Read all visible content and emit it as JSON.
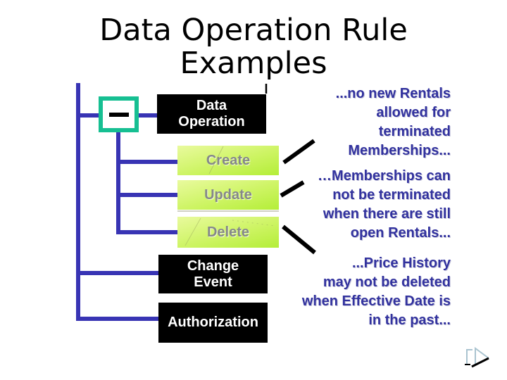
{
  "slide": {
    "title_lines": [
      "Data Operation Rule",
      "Examples"
    ]
  },
  "tree": {
    "expander_symbol": "minus",
    "nodes": [
      {
        "id": "data-operation",
        "label_lines": [
          "Data",
          "Operation"
        ],
        "style": "black"
      },
      {
        "id": "create",
        "label": "Create",
        "style": "green"
      },
      {
        "id": "update",
        "label": "Update",
        "style": "green"
      },
      {
        "id": "delete",
        "label": "Delete",
        "style": "green"
      },
      {
        "id": "change-event",
        "label_lines": [
          "Change",
          "Event"
        ],
        "style": "black"
      },
      {
        "id": "authorization",
        "label": "Authorization",
        "style": "black"
      }
    ]
  },
  "rules": [
    {
      "lines": [
        "...no new Rentals",
        "allowed for",
        "terminated",
        "Memberships..."
      ]
    },
    {
      "lines": [
        "…Memberships can",
        "not be terminated",
        "when there are still",
        "open Rentals..."
      ]
    },
    {
      "lines": [
        "...Price History",
        "may not be deleted",
        "when Effective Date is",
        "in the past..."
      ]
    }
  ],
  "icons": {
    "expander": "minus-icon",
    "next_slide": "play-next-icon"
  },
  "colors": {
    "connector_blue": "#3834b4",
    "expander_teal": "#16bf92",
    "rule_text_blue": "#32329e",
    "green_box_top": "#e9fa9e",
    "green_box_bottom": "#b4ee38"
  }
}
